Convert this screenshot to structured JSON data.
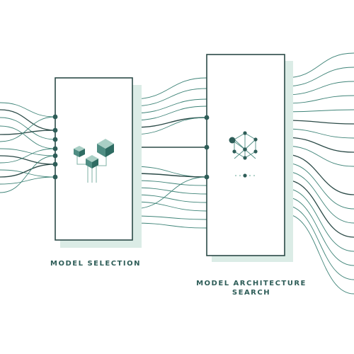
{
  "diagram": {
    "blocks": [
      {
        "id": "selection",
        "caption": "MODEL SELECTION",
        "icon": "cubes-icon"
      },
      {
        "id": "search",
        "caption": "MODEL ARCHITECTURE\nSEARCH",
        "icon": "network-graph-icon"
      }
    ],
    "colors": {
      "stroke_dark": "#2b4a47",
      "line_teal": "#3f8478",
      "line_light": "#7fb2a6",
      "shadow": "#dbece6",
      "node": "#2e5d58",
      "text": "#2e5d58"
    }
  }
}
